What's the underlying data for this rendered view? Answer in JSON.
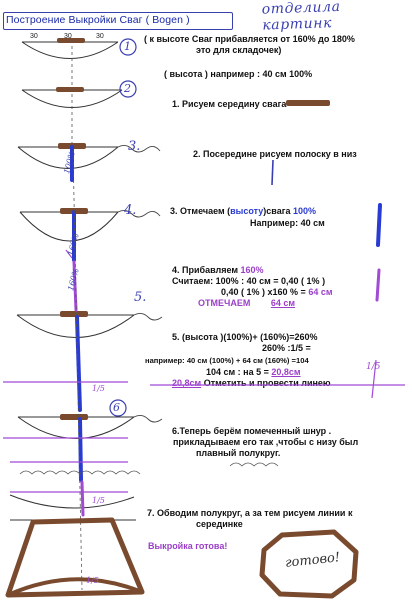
{
  "header": {
    "title": "Построение  Выкройки Сваг ( Bogen )",
    "signature": "отделила картинк"
  },
  "intro": {
    "line1": "( к высоте Сваг прибавляется от 160% до 180%",
    "line2": "это для складочек)",
    "height_label": "( высота ) например : 40 см   100%"
  },
  "steps": {
    "s1": "1. Рисуем середину свага",
    "s2": "2.    Посередине рисуем полоску в низ",
    "s3a": "3.   Отмечаем (",
    "s3a_hl": "высоту",
    "s3a_end": ")свага  ",
    "s3a_pct": "100%",
    "s3b": "Например: 40 см",
    "s4a": "4. Прибавляем ",
    "s4a_pct": "160%",
    "s4b": "Считаем:    100%    :    40 см = 0,40 ( 1% )",
    "s4c": "0,40 ( 1% ) x160 % = ",
    "s4c_res": "64 см",
    "s4d": "ОТМЕЧАЕМ",
    "s4d_val": "64 см",
    "s5a": "5.   (высота )(100%)+ (160%)=260%",
    "s5b": "260% :1/5 =",
    "s5c": "например:  40 см (100%) + 64 см (160%)  =104",
    "s5d": "104 см : на 5  = ",
    "s5d_res": "20,8см",
    "s5e_val": "20,8см",
    "s5e": "  Отметить и провести линею",
    "s6a": "6.Теперь берём помеченный шнур .",
    "s6b": "прикладываем его так ,чтобы с низу  был",
    "s6c": "плавный полукруг.",
    "s7a": "7. Обводим полукруг, а за тем рисуем  линии  к",
    "s7b": "серединке",
    "ready": "Выкройка готова!",
    "done": "готово!"
  },
  "sketch": {
    "step_numbers": [
      "1",
      "2",
      "3.",
      "4.",
      "5.",
      "6"
    ],
    "top_marks": [
      "30",
      "30",
      "30"
    ],
    "percent_labels": [
      "100%",
      "160%",
      "160%",
      "1/5",
      "1/5",
      "1/5"
    ],
    "side_mark": "1/5",
    "colors": {
      "brown": "#7a4a2e",
      "blue": "#2a3bd1",
      "purple": "#a24ad6",
      "ink": "#3a3fb0"
    }
  }
}
